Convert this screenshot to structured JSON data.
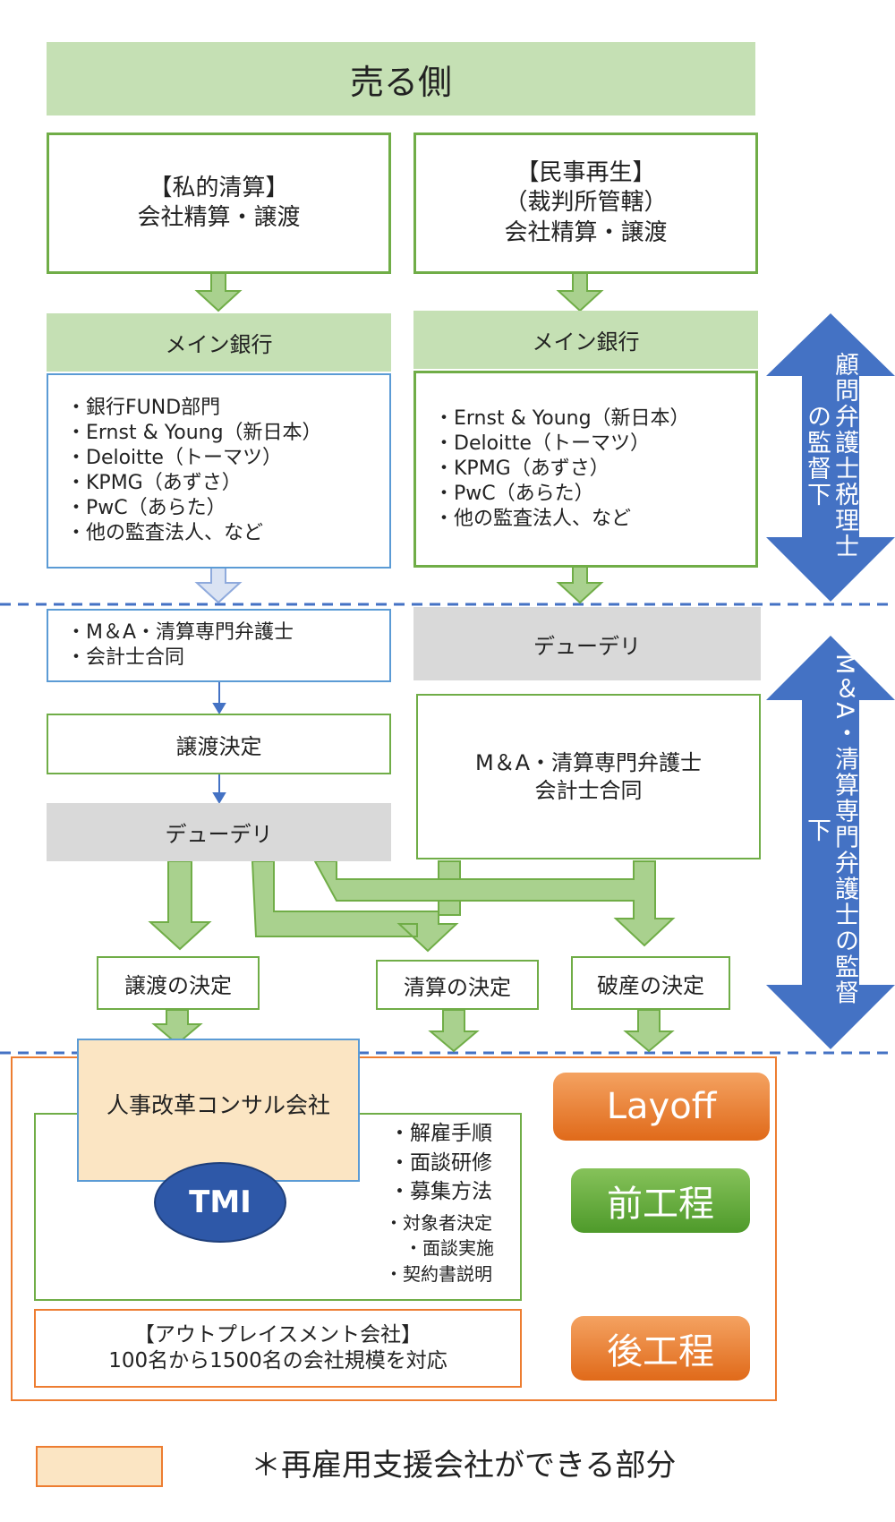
{
  "header": {
    "title": "売る側"
  },
  "left_top": {
    "line1": "【私的清算】",
    "line2": "会社精算・譲渡"
  },
  "right_top": {
    "line1": "【民事再生】",
    "line2": "（裁判所管轄）",
    "line3": "会社精算・譲渡"
  },
  "left_bank": {
    "title": "メイン銀行",
    "items": [
      "・銀行FUND部門",
      "・Ernst & Young（新日本）",
      "・Deloitte（トーマツ）",
      "・KPMG（あずさ）",
      "・PwC（あらた）",
      "・他の監査法人、など"
    ]
  },
  "right_bank": {
    "title": "メイン銀行",
    "items": [
      "・Ernst & Young（新日本）",
      "・Deloitte（トーマツ）",
      "・KPMG（あずさ）",
      "・PwC（あらた）",
      "・他の監査法人、など"
    ]
  },
  "left_ma": {
    "line1": "・M＆A・清算専門弁護士",
    "line2": "・会計士合同"
  },
  "right_dd": {
    "label": "デューデリ"
  },
  "transfer_decision": {
    "label": "譲渡決定"
  },
  "right_ma": {
    "line1": "M＆A・清算専門弁護士",
    "line2": "会計士合同"
  },
  "left_dd": {
    "label": "デューデリ"
  },
  "decisions": {
    "transfer": "譲渡の決定",
    "liquidation": "清算の決定",
    "bankruptcy": "破産の決定"
  },
  "arrows": {
    "upper": "顧問弁護士税理士の監督下",
    "lower": "M＆A・清算専門弁護士の監督下"
  },
  "hr_box": {
    "title": "人事改革コンサル会社",
    "tmi": "TMI",
    "items": [
      "・解雇手順",
      "・面談研修",
      "・募集方法"
    ],
    "small_items": [
      "・対象者決定",
      "・面談実施",
      "・契約書説明"
    ]
  },
  "outplacement": {
    "line1": "【アウトプレイスメント会社】",
    "line2": "100名から1500名の会社規模を対応"
  },
  "buttons": {
    "layoff": "Layoff",
    "pre": "前工程",
    "post": "後工程"
  },
  "legend": {
    "text": "＊再雇用支援会社ができる部分"
  },
  "colors": {
    "green": "#70ad47",
    "light_green": "#c5e0b4",
    "blue": "#4472c4",
    "orange": "#ed7d31",
    "beige": "#fbe5c3"
  }
}
